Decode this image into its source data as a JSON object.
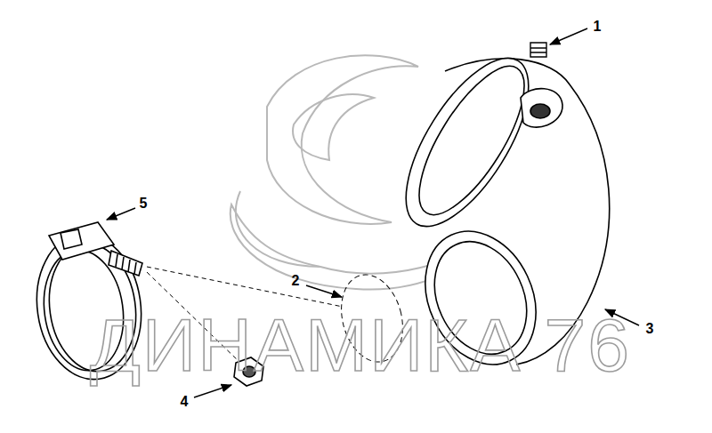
{
  "diagram": {
    "labels": [
      "1",
      "5",
      "2",
      "3",
      "ДИНАМИКА 76",
      "4"
    ]
  }
}
